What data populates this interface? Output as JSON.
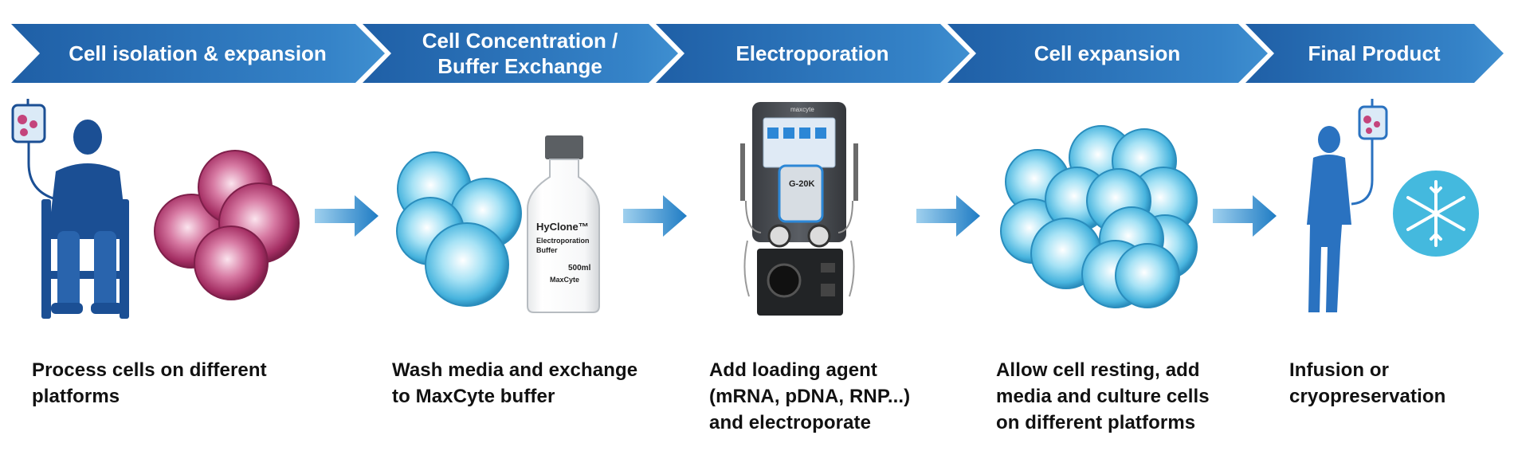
{
  "steps": [
    {
      "title": "Cell isolation & expansion",
      "description": "Process cells on different\nplatforms"
    },
    {
      "title": "Cell Concentration /\nBuffer Exchange",
      "description": "Wash media and exchange\nto MaxCyte buffer"
    },
    {
      "title": "Electroporation",
      "description": "Add loading agent\n(mRNA, pDNA, RNP...)\nand electroporate"
    },
    {
      "title": "Cell expansion",
      "description": "Allow cell resting, add\nmedia and culture cells\non different platforms"
    },
    {
      "title": "Final Product",
      "description": "Infusion or\ncryopreservation"
    }
  ],
  "bottle": {
    "brand": "HyClone™",
    "line1": "Electroporation",
    "line2": "Buffer",
    "volume": "500ml",
    "maker": "MaxCyte"
  },
  "device": {
    "brand": "maxcyte",
    "cartridge": "G-20K"
  },
  "colors": {
    "chevron_dark": "#1f5fa6",
    "chevron_light": "#3f8fd0",
    "arrow": "#2f86c8",
    "patient": "#1b4f94",
    "cell_red": "#b83a72",
    "cell_blue": "#5cc3e6"
  }
}
